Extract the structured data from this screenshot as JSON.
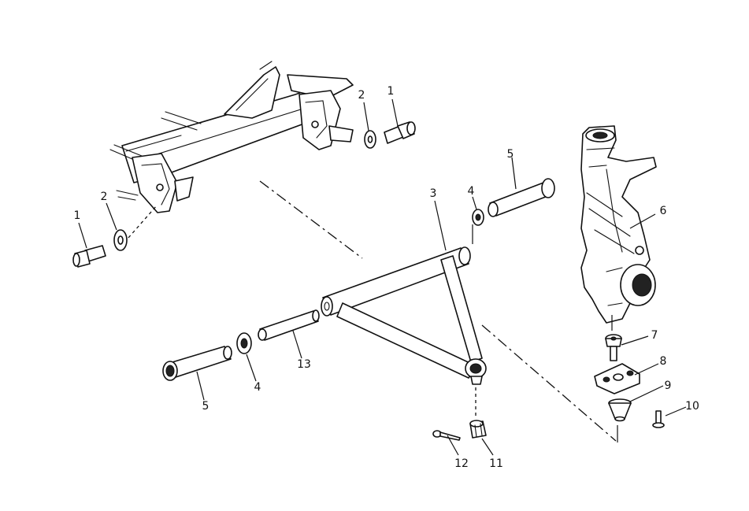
{
  "callouts": [
    {
      "id": "c1a",
      "text": "1"
    },
    {
      "id": "c2a",
      "text": "2"
    },
    {
      "id": "c1b",
      "text": "1"
    },
    {
      "id": "c2b",
      "text": "2"
    },
    {
      "id": "c5a",
      "text": "5"
    },
    {
      "id": "c4a",
      "text": "4"
    },
    {
      "id": "c3",
      "text": "3"
    },
    {
      "id": "c6",
      "text": "6"
    },
    {
      "id": "c7",
      "text": "7"
    },
    {
      "id": "c8",
      "text": "8"
    },
    {
      "id": "c9",
      "text": "9"
    },
    {
      "id": "c10",
      "text": "10"
    },
    {
      "id": "c13",
      "text": "13"
    },
    {
      "id": "c4b",
      "text": "4"
    },
    {
      "id": "c5b",
      "text": "5"
    },
    {
      "id": "c12",
      "text": "12"
    },
    {
      "id": "c11",
      "text": "11"
    }
  ]
}
